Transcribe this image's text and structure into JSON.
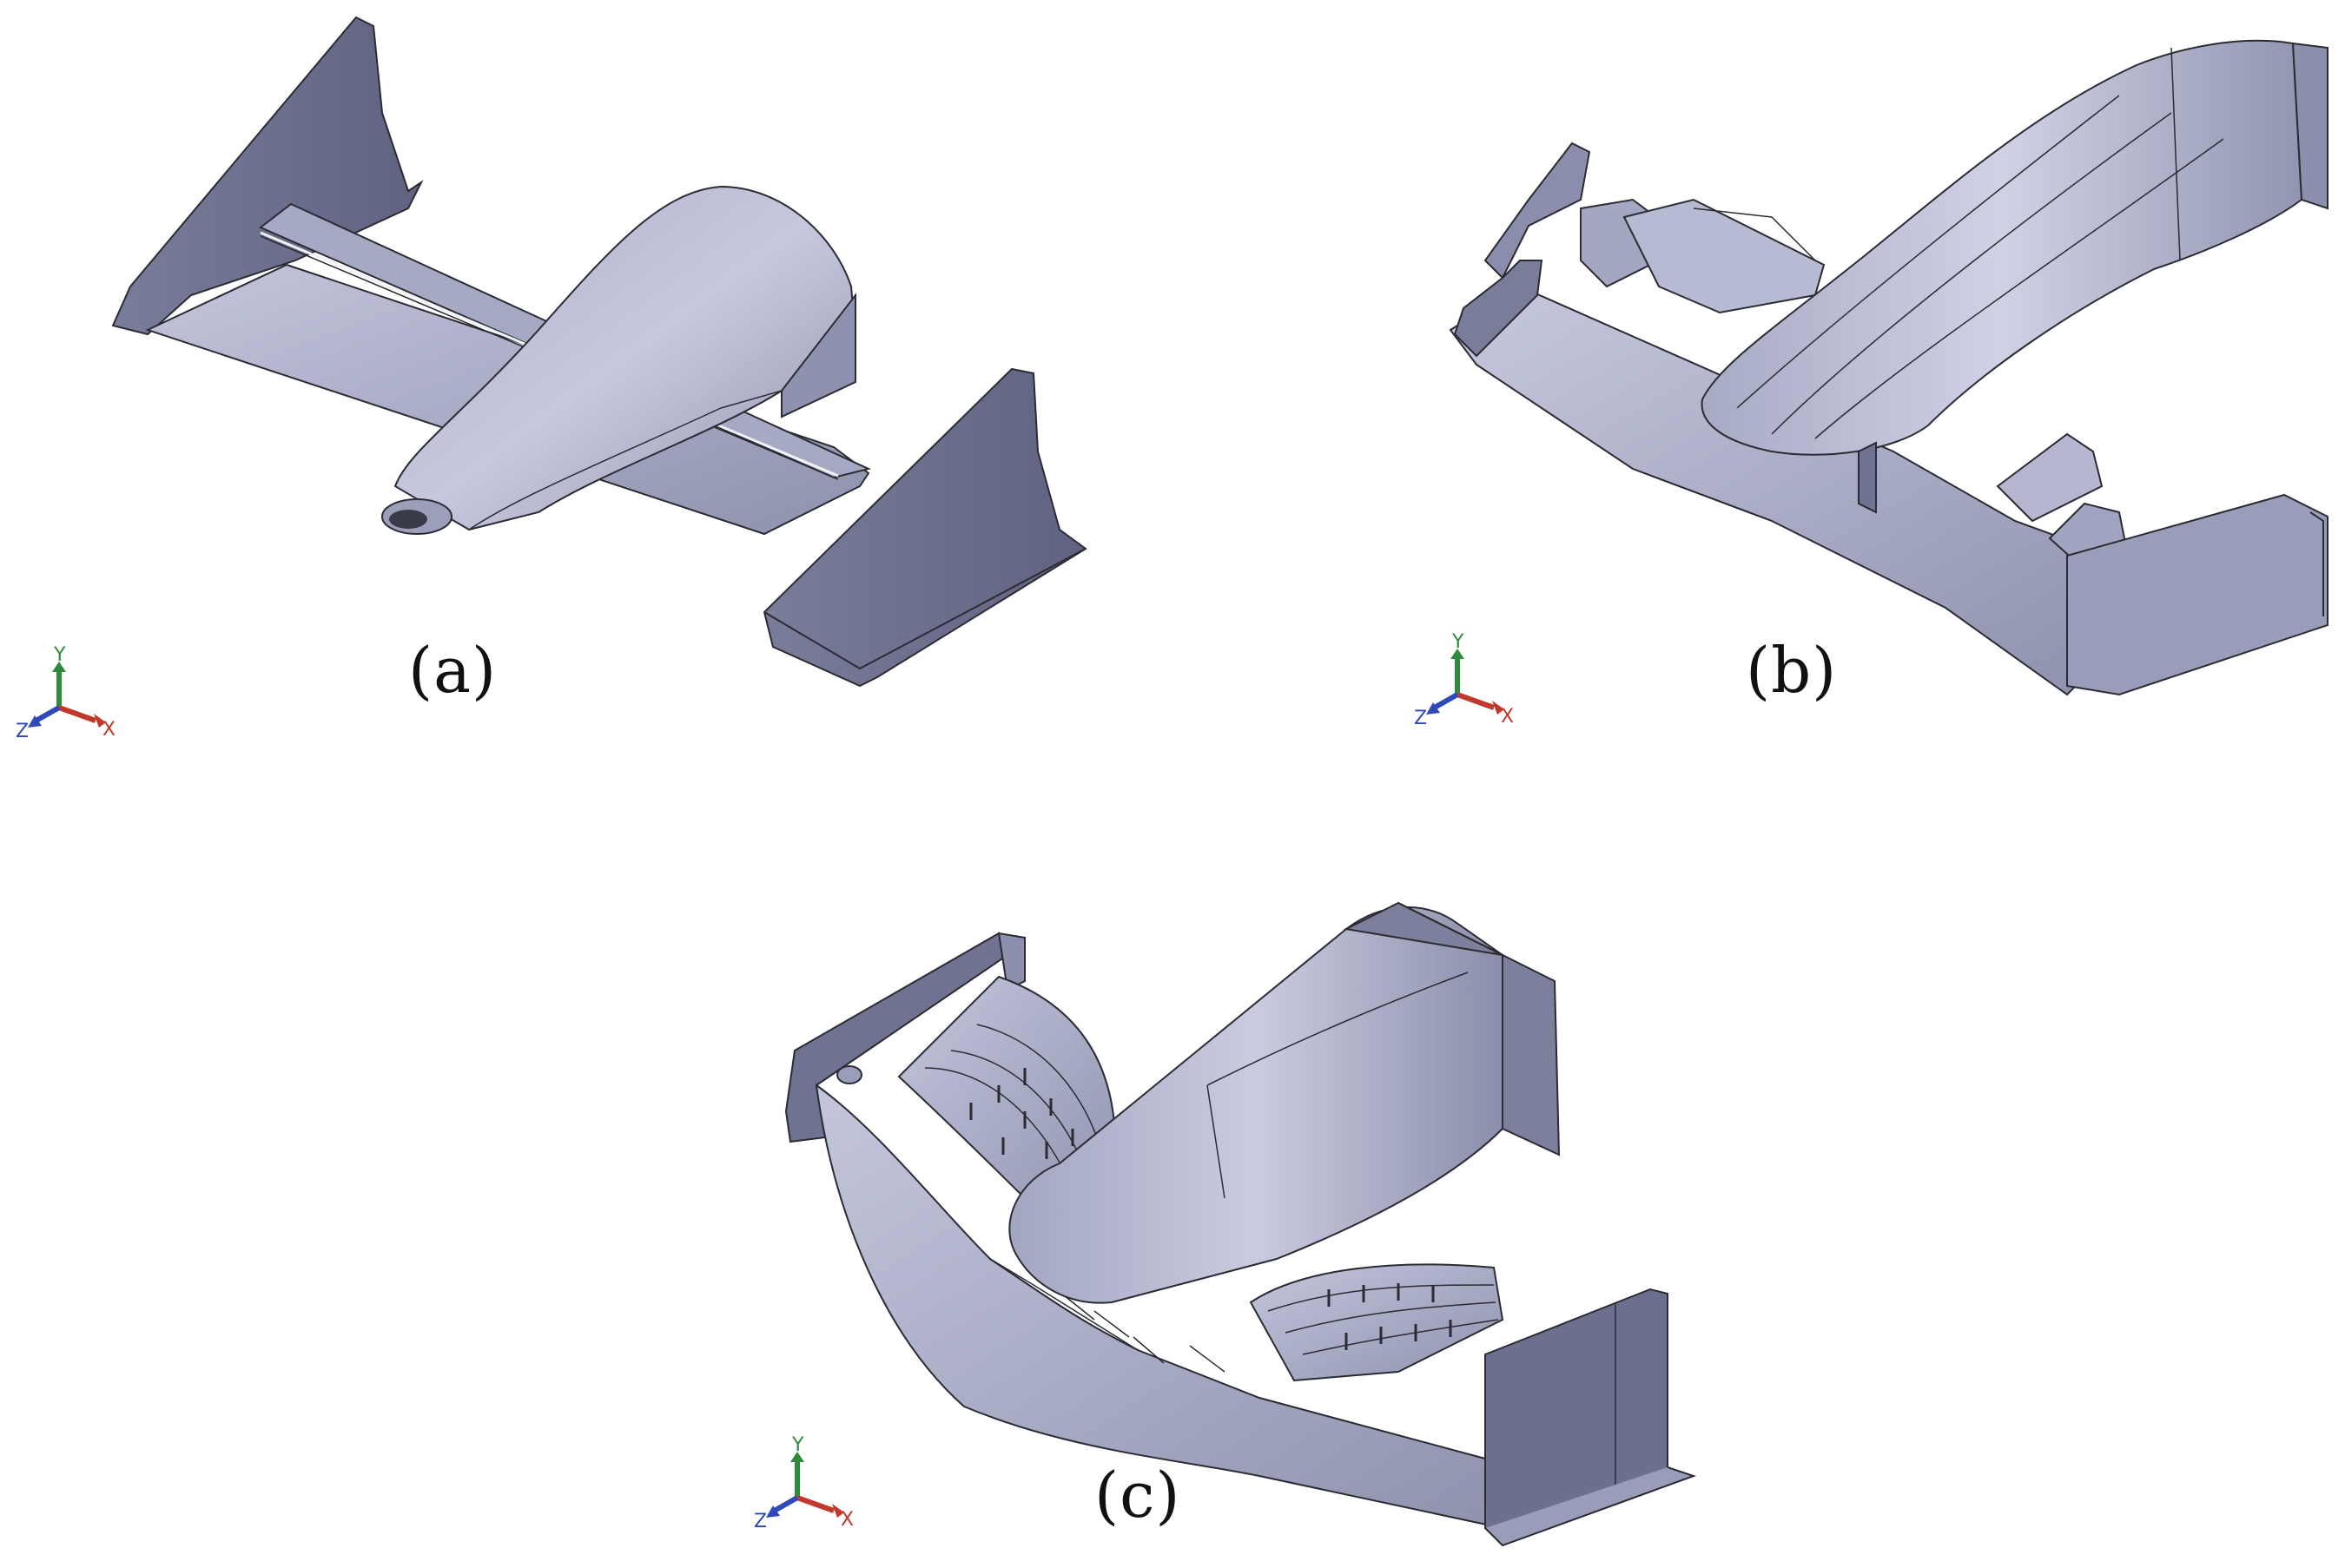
{
  "panels": [
    {
      "caption": "(a)",
      "triad": {
        "x": "X",
        "y": "Y",
        "z": "Z"
      }
    },
    {
      "caption": "(b)",
      "triad": {
        "x": "X",
        "y": "Y",
        "z": "Z"
      }
    },
    {
      "caption": "(c)",
      "triad": {
        "x": "X",
        "y": "Y",
        "z": "Z"
      }
    }
  ],
  "colors": {
    "surface_light": "#b4b7cf",
    "surface_mid": "#9a9db9",
    "surface_dark": "#6f7290",
    "edge": "#2a2b33",
    "axis_x": "#c0392b",
    "axis_y": "#2e8b3a",
    "axis_z": "#2f49b8"
  }
}
